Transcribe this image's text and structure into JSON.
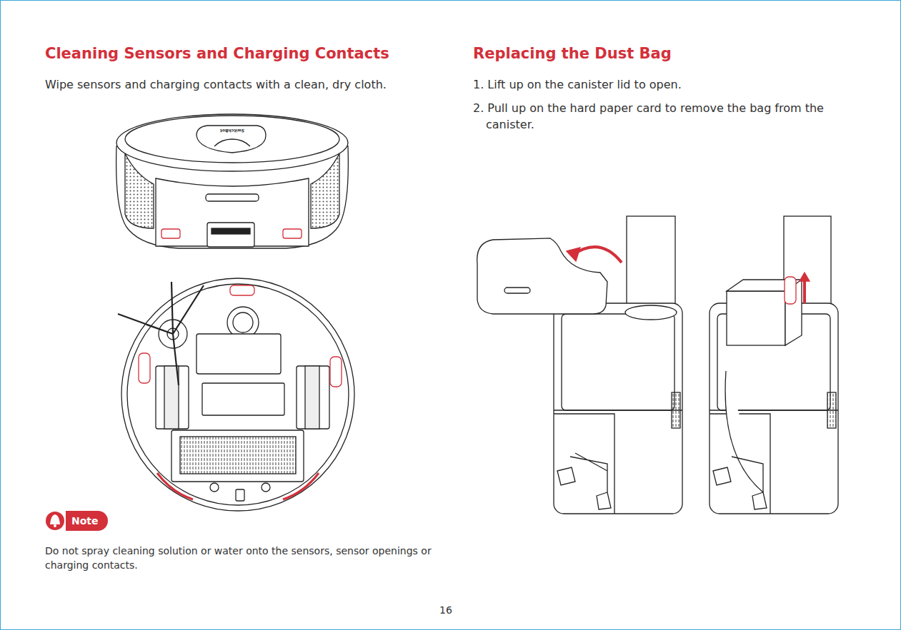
{
  "diagram": {
    "nodes": [
      {
        "text": [
          "Note"
        ]
      }
    ],
    "labels": [
      "Cleaning Sensors and Charging Contacts",
      "Wipe sensors and charging contacts with a clean, dry cloth.",
      "SwitchBot",
      "Do not spray cleaning solution or water onto the sensors, sensor openings or charging contacts.",
      "Replacing the Dust Bag",
      "1. Lift up on the canister lid to open.",
      "2. Pull up on the hard paper card to remove the bag from the canister.",
      "16"
    ]
  }
}
